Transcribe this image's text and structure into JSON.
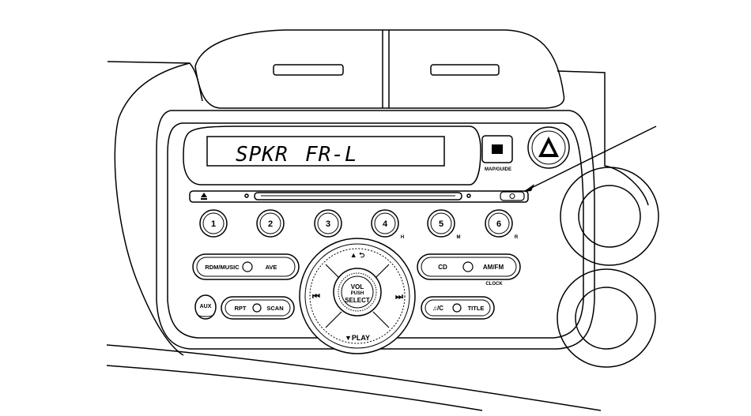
{
  "display": {
    "line_left": "SPKR",
    "line_right": "FR-L"
  },
  "top_right": {
    "button_label": "MAP/GUIDE"
  },
  "presets": [
    {
      "label": "1",
      "sub": ""
    },
    {
      "label": "2",
      "sub": ""
    },
    {
      "label": "3",
      "sub": ""
    },
    {
      "label": "4",
      "sub": "H"
    },
    {
      "label": "5",
      "sub": "M"
    },
    {
      "label": "6",
      "sub": "R"
    }
  ],
  "left_pill": {
    "left": "RDM/MUSIC",
    "right": "AVE"
  },
  "right_pill": {
    "left": "CD",
    "right": "AM/FM",
    "below": "CLOCK"
  },
  "aux_label": "AUX",
  "rpt_pill": {
    "left": "RPT",
    "right": "SCAN"
  },
  "title_pill": {
    "left": "♫/C",
    "right": "TITLE"
  },
  "knob": {
    "line1": "VOL",
    "line2": "PUSH",
    "line3": "SELECT"
  },
  "dpad": {
    "up": "▲ ⮌",
    "down": "▼PLAY",
    "left": "⏮",
    "right": "⏭"
  }
}
